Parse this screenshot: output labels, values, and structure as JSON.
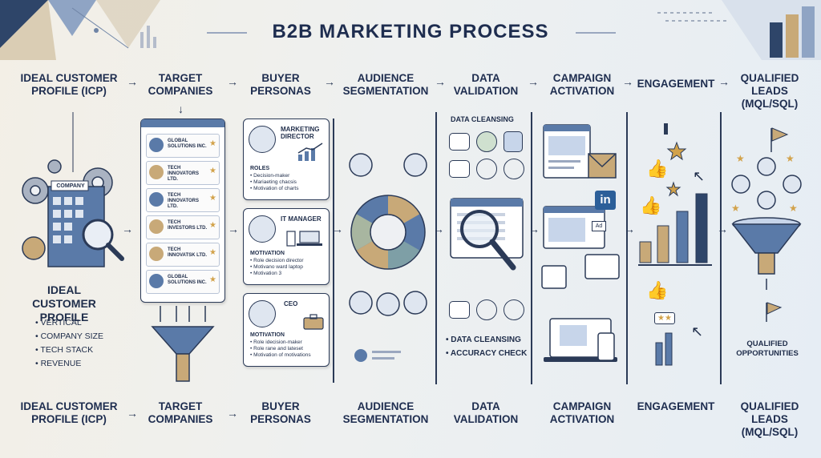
{
  "title": "B2B MARKETING PROCESS",
  "stages": [
    {
      "label": "IDEAL CUSTOMER PROFILE (ICP)"
    },
    {
      "label": "TARGET COMPANIES"
    },
    {
      "label": "BUYER PERSONAS"
    },
    {
      "label": "AUDIENCE SEGMENTATION"
    },
    {
      "label": "DATA VALIDATION"
    },
    {
      "label": "CAMPAIGN ACTIVATION"
    },
    {
      "label": "ENGAGEMENT"
    },
    {
      "label": "QUALIFIED LEADS (MQL/SQL)"
    }
  ],
  "icp": {
    "building_label": "COMPANY",
    "heading": "IDEAL CUSTOMER PROFILE",
    "items": [
      "• VERTICAL",
      "• COMPANY SIZE",
      "• TECH STACK",
      "• REVENUE"
    ]
  },
  "companies": [
    "GLOBAL SOLUTIONS INC.",
    "TECH INNOVATORS LTD.",
    "TECH INNOVATORS LTD.",
    "TECH INVESTORS LTD.",
    "TECH INNOVATSK LTD.",
    "GLOBAL SOLUTIONS INC."
  ],
  "personas": [
    {
      "title": "MARKETING DIRECTOR",
      "section": "ROLES",
      "items": [
        "• Decision-maker",
        "• Mariaeting chacsis",
        "• Motivation of charts"
      ]
    },
    {
      "title": "IT MANAGER",
      "section": "MOTIVATION",
      "items": [
        "• Role decision director",
        "• Motivano ward laptop",
        "• Motivation 3"
      ]
    },
    {
      "title": "CEO",
      "section": "MOTIVATION",
      "items": [
        "• Role idecision-maker",
        "• Role rane and lateset",
        "• Motivation of motivations"
      ]
    }
  ],
  "validation": {
    "top_label": "DATA CLEANSING",
    "checks": [
      "• DATA CLEANSING",
      "• ACCURACY CHECK"
    ]
  },
  "campaign": {
    "ad_badge": "Ad",
    "linkedin_badge": "in"
  },
  "leads": {
    "label": "QUALIFIED OPPORTUNITIES"
  },
  "colors": {
    "navy": "#1e2d4f",
    "blue": "#5a7aa8",
    "tan": "#c8a978",
    "teal": "#7e9fa6",
    "gold": "#d2a24a"
  }
}
